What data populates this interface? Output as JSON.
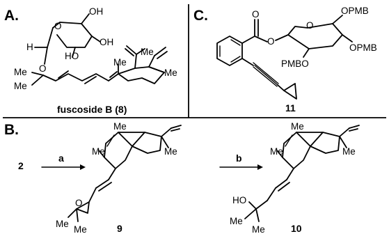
{
  "panels": {
    "a": "A.",
    "b": "B.",
    "c": "C."
  },
  "panel_a": {
    "compound_name": "fuscoside B (8)",
    "labels": {
      "oh_top": "OH",
      "oh_right": "OH",
      "ho": "HO",
      "h": "H",
      "o_ring": "O",
      "o_link": "O",
      "me_isopropenyl": "Me",
      "me_chain": "Me",
      "me_quat": "Me",
      "me_gem1": "Me",
      "me_gem2": "Me"
    }
  },
  "panel_c": {
    "compound_number": "11",
    "labels": {
      "o_carbonyl": "O",
      "o_ester": "O",
      "o_ring": "O",
      "opmb_top": "OPMB",
      "opmb_right": "OPMB",
      "pmbo": "PMBO"
    }
  },
  "panel_b": {
    "start_compound": "2",
    "arrows": [
      {
        "label": "a"
      },
      {
        "label": "b"
      }
    ],
    "compound_9": {
      "number": "9",
      "labels": {
        "me_top": "Me",
        "me_left": "Me",
        "me_right": "Me",
        "o_epoxide": "O",
        "me_gem1": "Me",
        "me_gem2": "Me"
      }
    },
    "compound_10": {
      "number": "10",
      "labels": {
        "me_top": "Me",
        "me_left": "Me",
        "me_right": "Me",
        "ho": "HO",
        "me_gem1": "Me",
        "me_gem2": "Me"
      }
    }
  }
}
